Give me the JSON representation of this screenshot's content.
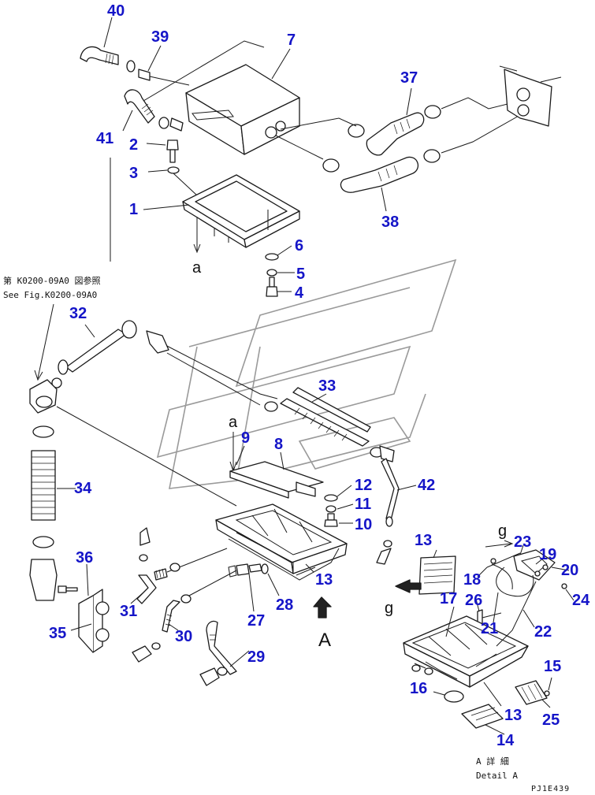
{
  "callouts": [
    {
      "id": "c40",
      "label": "40"
    },
    {
      "id": "c39",
      "label": "39"
    },
    {
      "id": "c7",
      "label": "7"
    },
    {
      "id": "c37",
      "label": "37"
    },
    {
      "id": "c41",
      "label": "41"
    },
    {
      "id": "c2",
      "label": "2"
    },
    {
      "id": "c3",
      "label": "3"
    },
    {
      "id": "c1",
      "label": "1"
    },
    {
      "id": "c38",
      "label": "38"
    },
    {
      "id": "c6",
      "label": "6"
    },
    {
      "id": "c5",
      "label": "5"
    },
    {
      "id": "c4",
      "label": "4"
    },
    {
      "id": "c32",
      "label": "32"
    },
    {
      "id": "c33",
      "label": "33"
    },
    {
      "id": "c9",
      "label": "9"
    },
    {
      "id": "c8",
      "label": "8"
    },
    {
      "id": "c34",
      "label": "34"
    },
    {
      "id": "c12",
      "label": "12"
    },
    {
      "id": "c42",
      "label": "42"
    },
    {
      "id": "c11",
      "label": "11"
    },
    {
      "id": "c10",
      "label": "10"
    },
    {
      "id": "c13a",
      "label": "13"
    },
    {
      "id": "c13b",
      "label": "13"
    },
    {
      "id": "c23",
      "label": "23"
    },
    {
      "id": "c36",
      "label": "36"
    },
    {
      "id": "c19",
      "label": "19"
    },
    {
      "id": "c20",
      "label": "20"
    },
    {
      "id": "c18",
      "label": "18"
    },
    {
      "id": "c17",
      "label": "17"
    },
    {
      "id": "c26",
      "label": "26"
    },
    {
      "id": "c24",
      "label": "24"
    },
    {
      "id": "c28",
      "label": "28"
    },
    {
      "id": "c31",
      "label": "31"
    },
    {
      "id": "c21",
      "label": "21"
    },
    {
      "id": "c22",
      "label": "22"
    },
    {
      "id": "c27",
      "label": "27"
    },
    {
      "id": "c35",
      "label": "35"
    },
    {
      "id": "c30",
      "label": "30"
    },
    {
      "id": "c29",
      "label": "29"
    },
    {
      "id": "c15",
      "label": "15"
    },
    {
      "id": "c16",
      "label": "16"
    },
    {
      "id": "c13c",
      "label": "13"
    },
    {
      "id": "c25",
      "label": "25"
    },
    {
      "id": "c14",
      "label": "14"
    }
  ],
  "view_letters": {
    "a_top": "a",
    "a_mid": "a",
    "g_left": "g",
    "g_right": "g",
    "view_A": "A"
  },
  "notes": {
    "ref_ja": "第 K0200-09A0 図参照",
    "ref_en": "See Fig.K0200-09A0",
    "detail_ja": "A 詳 細",
    "detail_en": "Detail A",
    "drawing_code": "PJ1E439"
  }
}
